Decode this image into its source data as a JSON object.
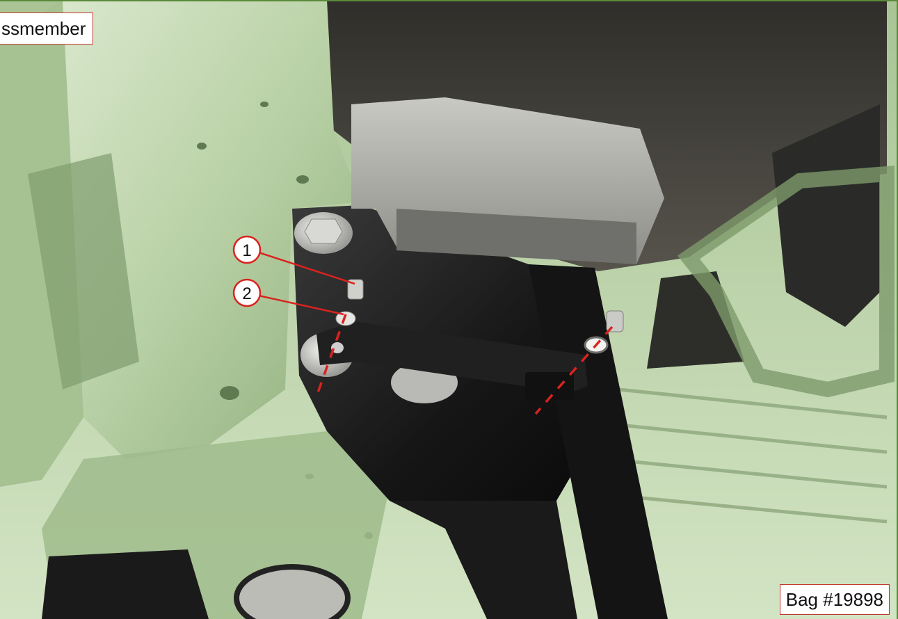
{
  "header": {
    "title": "ssmember"
  },
  "footer": {
    "bag_label": "Bag #19898"
  },
  "callouts": [
    {
      "number": "1"
    },
    {
      "number": "2"
    }
  ],
  "colors": {
    "body_panel": "#c8dcb8",
    "body_shadow": "#8fae7c",
    "dark_interior": "#3b3a35",
    "bracket_black": "#1c1c1c",
    "crossmember_gray": "#a9a9a4",
    "callout_red": "#d9231f",
    "border_green": "#5a8a3a"
  }
}
